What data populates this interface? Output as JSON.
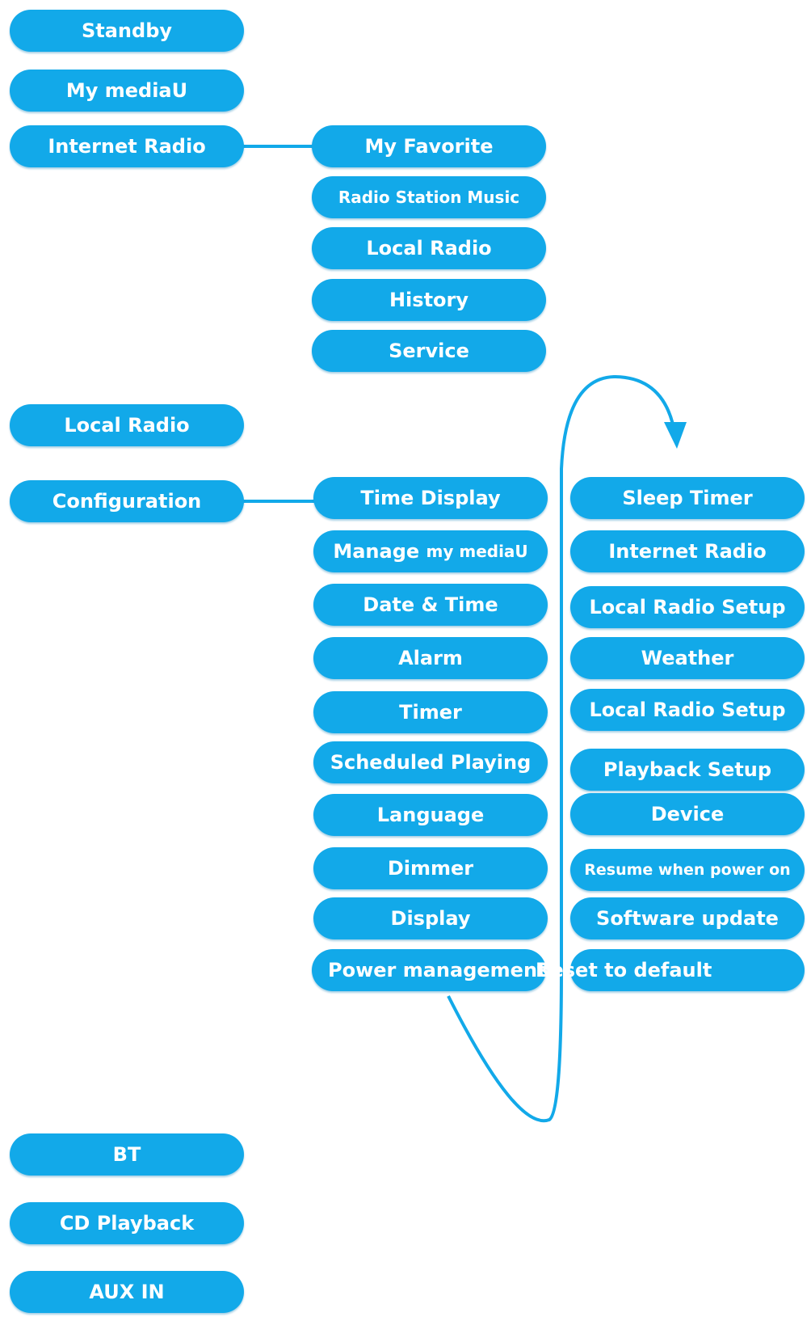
{
  "colors": {
    "pill": "#12a9e9",
    "text": "#ffffff",
    "connector": "#12a9e9"
  },
  "main_menu": {
    "standby": "Standby",
    "my_mediau": "My mediaU",
    "internet_radio": "Internet Radio",
    "local_radio": "Local Radio",
    "configuration": "Configuration",
    "bt": "BT",
    "cd_playback": "CD Playback",
    "aux_in": "AUX IN"
  },
  "internet_radio_menu": {
    "my_favorite": "My Favorite",
    "radio_station_music": "Radio Station Music",
    "local_radio": "Local Radio",
    "history": "History",
    "service": "Service"
  },
  "configuration_menu_1": {
    "time_display": "Time Display",
    "manage_my_mediau_a": "Manage",
    "manage_my_mediau_b": "my mediaU",
    "date_time": "Date & Time",
    "alarm": "Alarm",
    "timer": "Timer",
    "scheduled_playing": "Scheduled Playing",
    "language": "Language",
    "dimmer": "Dimmer",
    "display": "Display",
    "power_management": "Power management"
  },
  "configuration_menu_2": {
    "sleep_timer": "Sleep Timer",
    "internet_radio": "Internet Radio",
    "local_radio_setup_1": "Local Radio Setup",
    "weather": "Weather",
    "local_radio_setup_2": "Local Radio Setup",
    "playback_setup": "Playback Setup",
    "device": "Device",
    "resume_when_power_on": "Resume when power on",
    "software_update": "Software update",
    "reset_to_default": "Reset to default"
  }
}
